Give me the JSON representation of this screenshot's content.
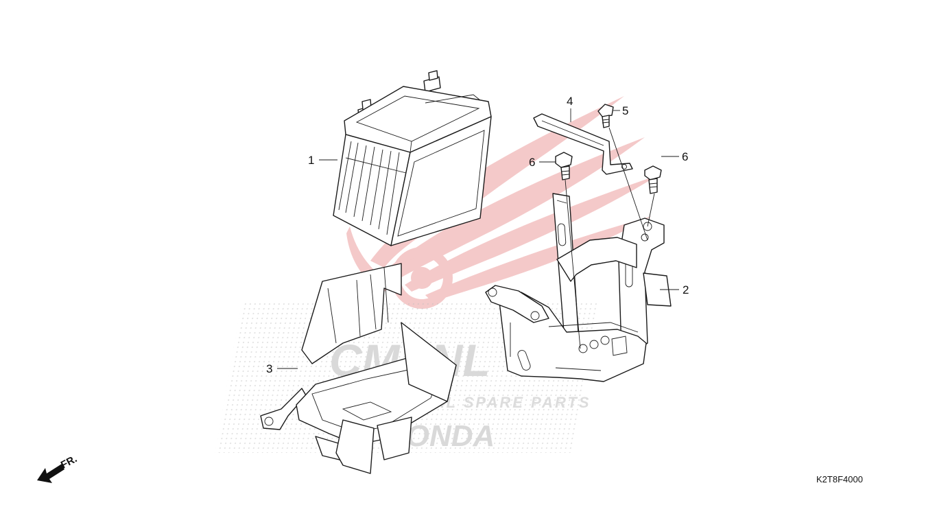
{
  "diagram_code": "K2T8F4000",
  "direction_label": "FR.",
  "callouts": [
    {
      "ref": "1",
      "part": "battery"
    },
    {
      "ref": "2",
      "part": "battery-bracket"
    },
    {
      "ref": "3",
      "part": "battery-box"
    },
    {
      "ref": "4",
      "part": "battery-band"
    },
    {
      "ref": "5",
      "part": "bolt"
    },
    {
      "ref": "6",
      "part": "bolt-left"
    },
    {
      "ref": "6",
      "part": "bolt-right"
    }
  ],
  "watermark": {
    "brand": "CMSNL",
    "tagline": "INTERNATIONAL SPARE PARTS",
    "maker": "HONDA",
    "colors": {
      "wing": "#f4c9c9",
      "text": "#d9d9d9",
      "dots": "#bdbdbd"
    }
  },
  "colors": {
    "line": "#1a1a1a",
    "background": "#ffffff"
  }
}
